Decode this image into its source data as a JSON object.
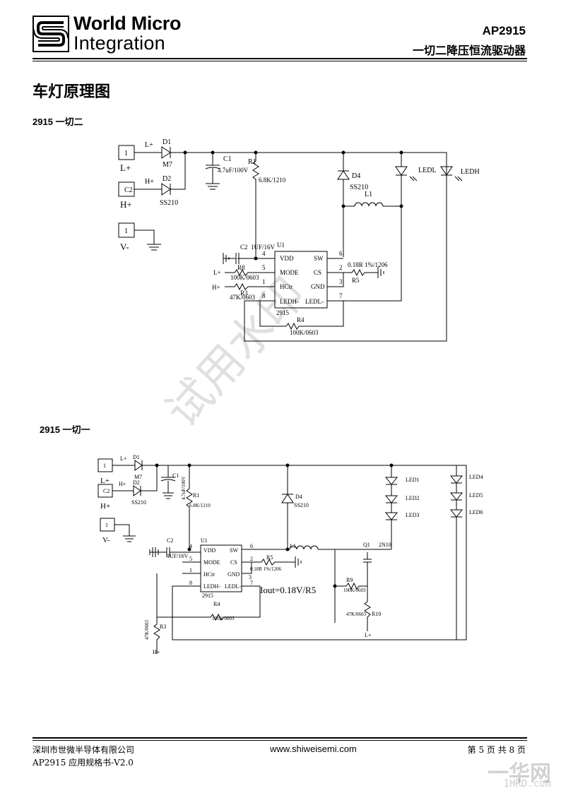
{
  "header": {
    "brand_line1": "World Micro",
    "brand_line2": "Integration",
    "part_number": "AP2915",
    "subtitle": "一切二降压恒流驱动器"
  },
  "section_title": "车灯原理图",
  "circuit1": {
    "label": "2915 一切二",
    "t": {
      "c1": "1",
      "c2": "C2",
      "c3": "1",
      "lp": "L+",
      "hp": "H+",
      "vm": "V-",
      "lp_net": "L+",
      "hp_net": "H+",
      "d1": "D1",
      "m7": "M7",
      "d2": "D2",
      "ss210a": "SS210",
      "c1name": "C1",
      "c1val": "4.7uF/100V",
      "r1": "R1",
      "r1val": "6.8K/1210",
      "d4": "D4",
      "ss210b": "SS210",
      "ledl": "LEDL",
      "ledh": "LEDH",
      "l1": "L1",
      "c2val": "1UF/16V",
      "u1": "U1",
      "vdd": "VDD",
      "mode": "MODE",
      "hctr": "HCtr",
      "ledhm": "LEDH-",
      "sw": "SW",
      "cs": "CS",
      "gnd": "GND",
      "ledlm": "LEDL-",
      "p4": "4",
      "p5": "5",
      "p1": "1",
      "p8": "8",
      "p6": "6",
      "p2": "2",
      "p3": "3",
      "p7": "7",
      "chip": "2915",
      "r8": "R8",
      "r8val": "100K/0603",
      "r3": "R3",
      "r3val": "47K/0603",
      "r5val": "0.18R 1%/1206",
      "r5": "R5",
      "r4": "R4",
      "r4val": "100K/0603",
      "lin": "L+",
      "hin": "H+"
    }
  },
  "circuit2": {
    "label": "2915 一切一",
    "t": {
      "c1": "1",
      "c2": "C2",
      "c3": "1",
      "lp": "L+",
      "hp": "H+",
      "vm": "V-",
      "lp_net": "L+",
      "hp_net": "H+",
      "d1": "D1",
      "m7": "M7",
      "d2": "D2",
      "ss210a": "SS210",
      "c1name": "C1",
      "c1val": "4.7uF/100V",
      "r1": "R1",
      "r1val": "6.8K/1210",
      "d4": "D4",
      "ss210b": "SS210",
      "led1": "LED1",
      "led2": "LED2",
      "led3": "LED3",
      "led4": "LED4",
      "led5": "LED5",
      "led6": "LED6",
      "c2val": "1UF/16V",
      "u1": "U1",
      "vdd": "VDD",
      "mode": "MODE",
      "hctr": "HCtr",
      "ledhm": "LEDH-",
      "sw": "SW",
      "cs": "CS",
      "gnd": "GND",
      "ledlm": "LEDL-",
      "p6": "6",
      "p5": "5",
      "p1": "1",
      "p8": "8",
      "p2": "2",
      "p3": "3",
      "p7": "7",
      "p4": "4",
      "chip": "2915",
      "l1": "L1",
      "q1": "Q1",
      "q1val": "2N10",
      "r5": "R5",
      "r5val": "0.18R 1%/1206",
      "iout": "Iout=0.18V/R5",
      "r9": "R9",
      "r9val": "100K/0603",
      "r4": "R4",
      "r4val": "100K/0603",
      "r10": "R10",
      "r10val": "47K/0603",
      "r3": "R3",
      "r3val": "47K/0603",
      "hbot": "H+",
      "lbot": "L+"
    }
  },
  "watermark": "试用水印",
  "footer": {
    "company": "深圳市世微半导体有限公司",
    "doc": "AP2915 应用规格书-V2.0",
    "website": "www.shiweisemi.com",
    "page_info": "第 5 页 共 8 页"
  },
  "corner_mark": "一华网",
  "corner_mark2": "1HRD.com"
}
